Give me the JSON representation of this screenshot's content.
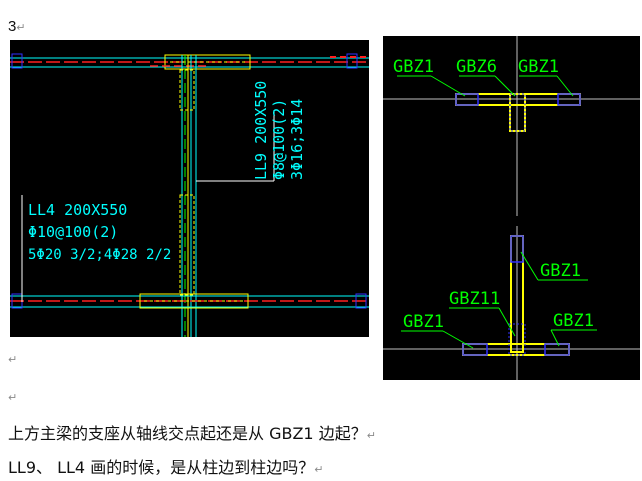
{
  "doc": {
    "heading": "3",
    "paragraph_mark": "↵",
    "question1": "上方主梁的支座从轴线交点起还是从 GBZ1 边起？",
    "question2": "LL9、 LL4 画的时候，是从柱边到柱边吗？"
  },
  "left_drawing": {
    "ll9": {
      "name": "LL9 200X550",
      "stirrup": "Φ8@100(2)",
      "bars": "3Φ16;3Φ14"
    },
    "ll4": {
      "name": "LL4 200X550",
      "stirrup": "Φ10@100(2)",
      "bars": "5Φ20 3/2;4Φ28 2/2"
    }
  },
  "right_drawing": {
    "top_labels": [
      "GBZ1",
      "GBZ6",
      "GBZ1"
    ],
    "bottom_labels": {
      "right_upper": "GBZ1",
      "left": "GBZ1",
      "middle": "GBZ11",
      "right": "GBZ1"
    }
  },
  "colors": {
    "cad_bg": "#000000",
    "cyan": "#00ffff",
    "yellow": "#ffff00",
    "green": "#00ff00",
    "red": "#ff2020",
    "blue": "#3030ff",
    "white": "#ffffff"
  }
}
